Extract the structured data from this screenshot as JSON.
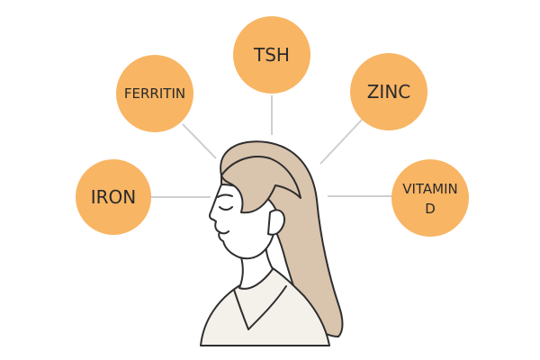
{
  "diagram": {
    "colors": {
      "node_fill": "#F8B564",
      "connector": "#CFCFCF",
      "hair": "#D9C4AE",
      "skin": "#FFFFFF",
      "shirt": "#F4F1EB",
      "outline": "#2E2E2E"
    },
    "center": {
      "icon": "woman-profile-icon"
    },
    "nodes": [
      {
        "id": "ferritin",
        "label": "FERRITIN"
      },
      {
        "id": "tsh",
        "label": "TSH"
      },
      {
        "id": "zinc",
        "label": "ZINC"
      },
      {
        "id": "iron",
        "label": "IRON"
      },
      {
        "id": "vitamin-d",
        "label_lines": [
          "VITAMIN",
          "D"
        ]
      }
    ]
  }
}
